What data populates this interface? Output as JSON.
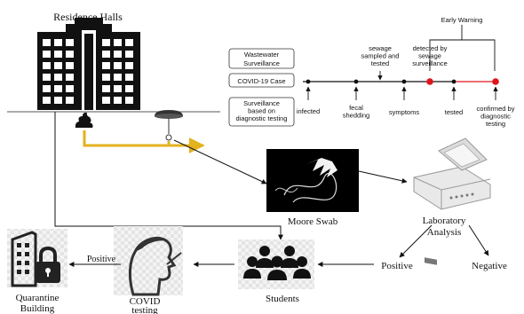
{
  "labels": {
    "residence_halls": "Residence Halls",
    "moore_swab": "Moore Swab",
    "laboratory_line1": "Laboratory",
    "laboratory_line2": "Analysis",
    "positive": "Positive",
    "negative": "Negative",
    "students": "Students",
    "covid_line1": "COVID",
    "covid_line2": "testing",
    "positive_small": "Positive",
    "quarantine_line1": "Quarantine",
    "quarantine_line2": "Building"
  },
  "timeline": {
    "early_warning": "Early Warning",
    "rows": [
      {
        "lines": [
          "Wastewater",
          "Surveillance"
        ]
      },
      {
        "lines": [
          "COVID-19 Case"
        ]
      },
      {
        "lines": [
          "Surveillance",
          "based on",
          "diagnostic testing"
        ]
      }
    ],
    "events": [
      {
        "lines": [
          "infected"
        ]
      },
      {
        "lines": [
          "fecal",
          "shedding"
        ]
      },
      {
        "lines": [
          "sewage",
          "sampled and",
          "tested"
        ]
      },
      {
        "lines": [
          "symptoms"
        ]
      },
      {
        "lines": [
          "detected by",
          "sewage",
          "surveillance"
        ]
      },
      {
        "lines": [
          "tested"
        ]
      },
      {
        "lines": [
          "confirmed by",
          "diagnostic",
          "testing"
        ]
      }
    ]
  },
  "colors": {
    "pipe": "#e3b21f",
    "highlight": "#e0141c",
    "dark": "#111111"
  },
  "icons": [
    "building-icon",
    "poop-icon",
    "manhole-icon",
    "moore-swab-photo",
    "pcr-machine-icon",
    "students-group-icon",
    "face-testing-icon",
    "lock-building-icon"
  ]
}
